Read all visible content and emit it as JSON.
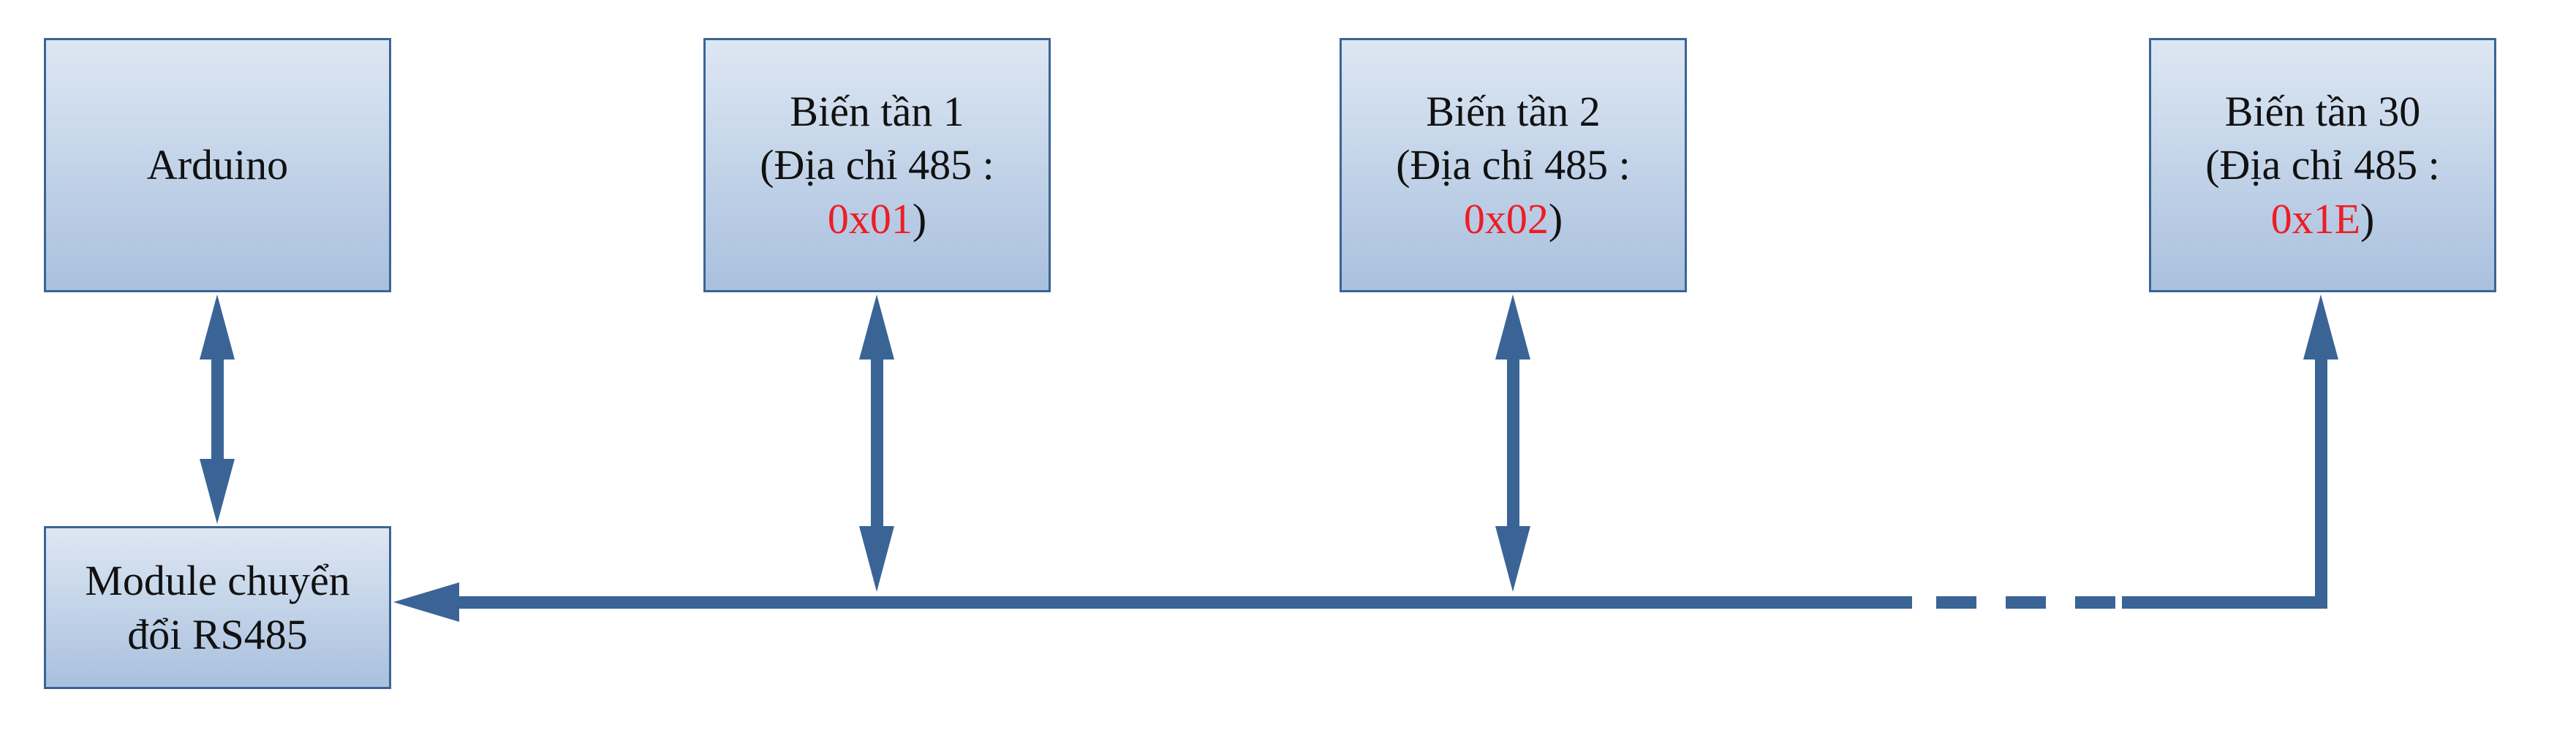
{
  "diagram": {
    "arduino": {
      "label": "Arduino"
    },
    "module": {
      "line1": "Module chuyển",
      "line2": "đổi RS485"
    },
    "inverters": [
      {
        "name": "Biến tần 1",
        "addr_prefix": "(Địa chỉ 485 :",
        "addr": "0x01",
        "addr_suffix": ")"
      },
      {
        "name": "Biến tần 2",
        "addr_prefix": "(Địa chỉ 485 :",
        "addr": "0x02",
        "addr_suffix": ")"
      },
      {
        "name": "Biến tần 30",
        "addr_prefix": "(Địa chỉ 485 :",
        "addr": "0x1E",
        "addr_suffix": ")"
      }
    ],
    "colors": {
      "box_border": "#3a6496",
      "box_top": "#dde7f3",
      "box_bottom": "#a9c0de",
      "wire": "#3a6496",
      "address": "#ee1c24"
    }
  }
}
